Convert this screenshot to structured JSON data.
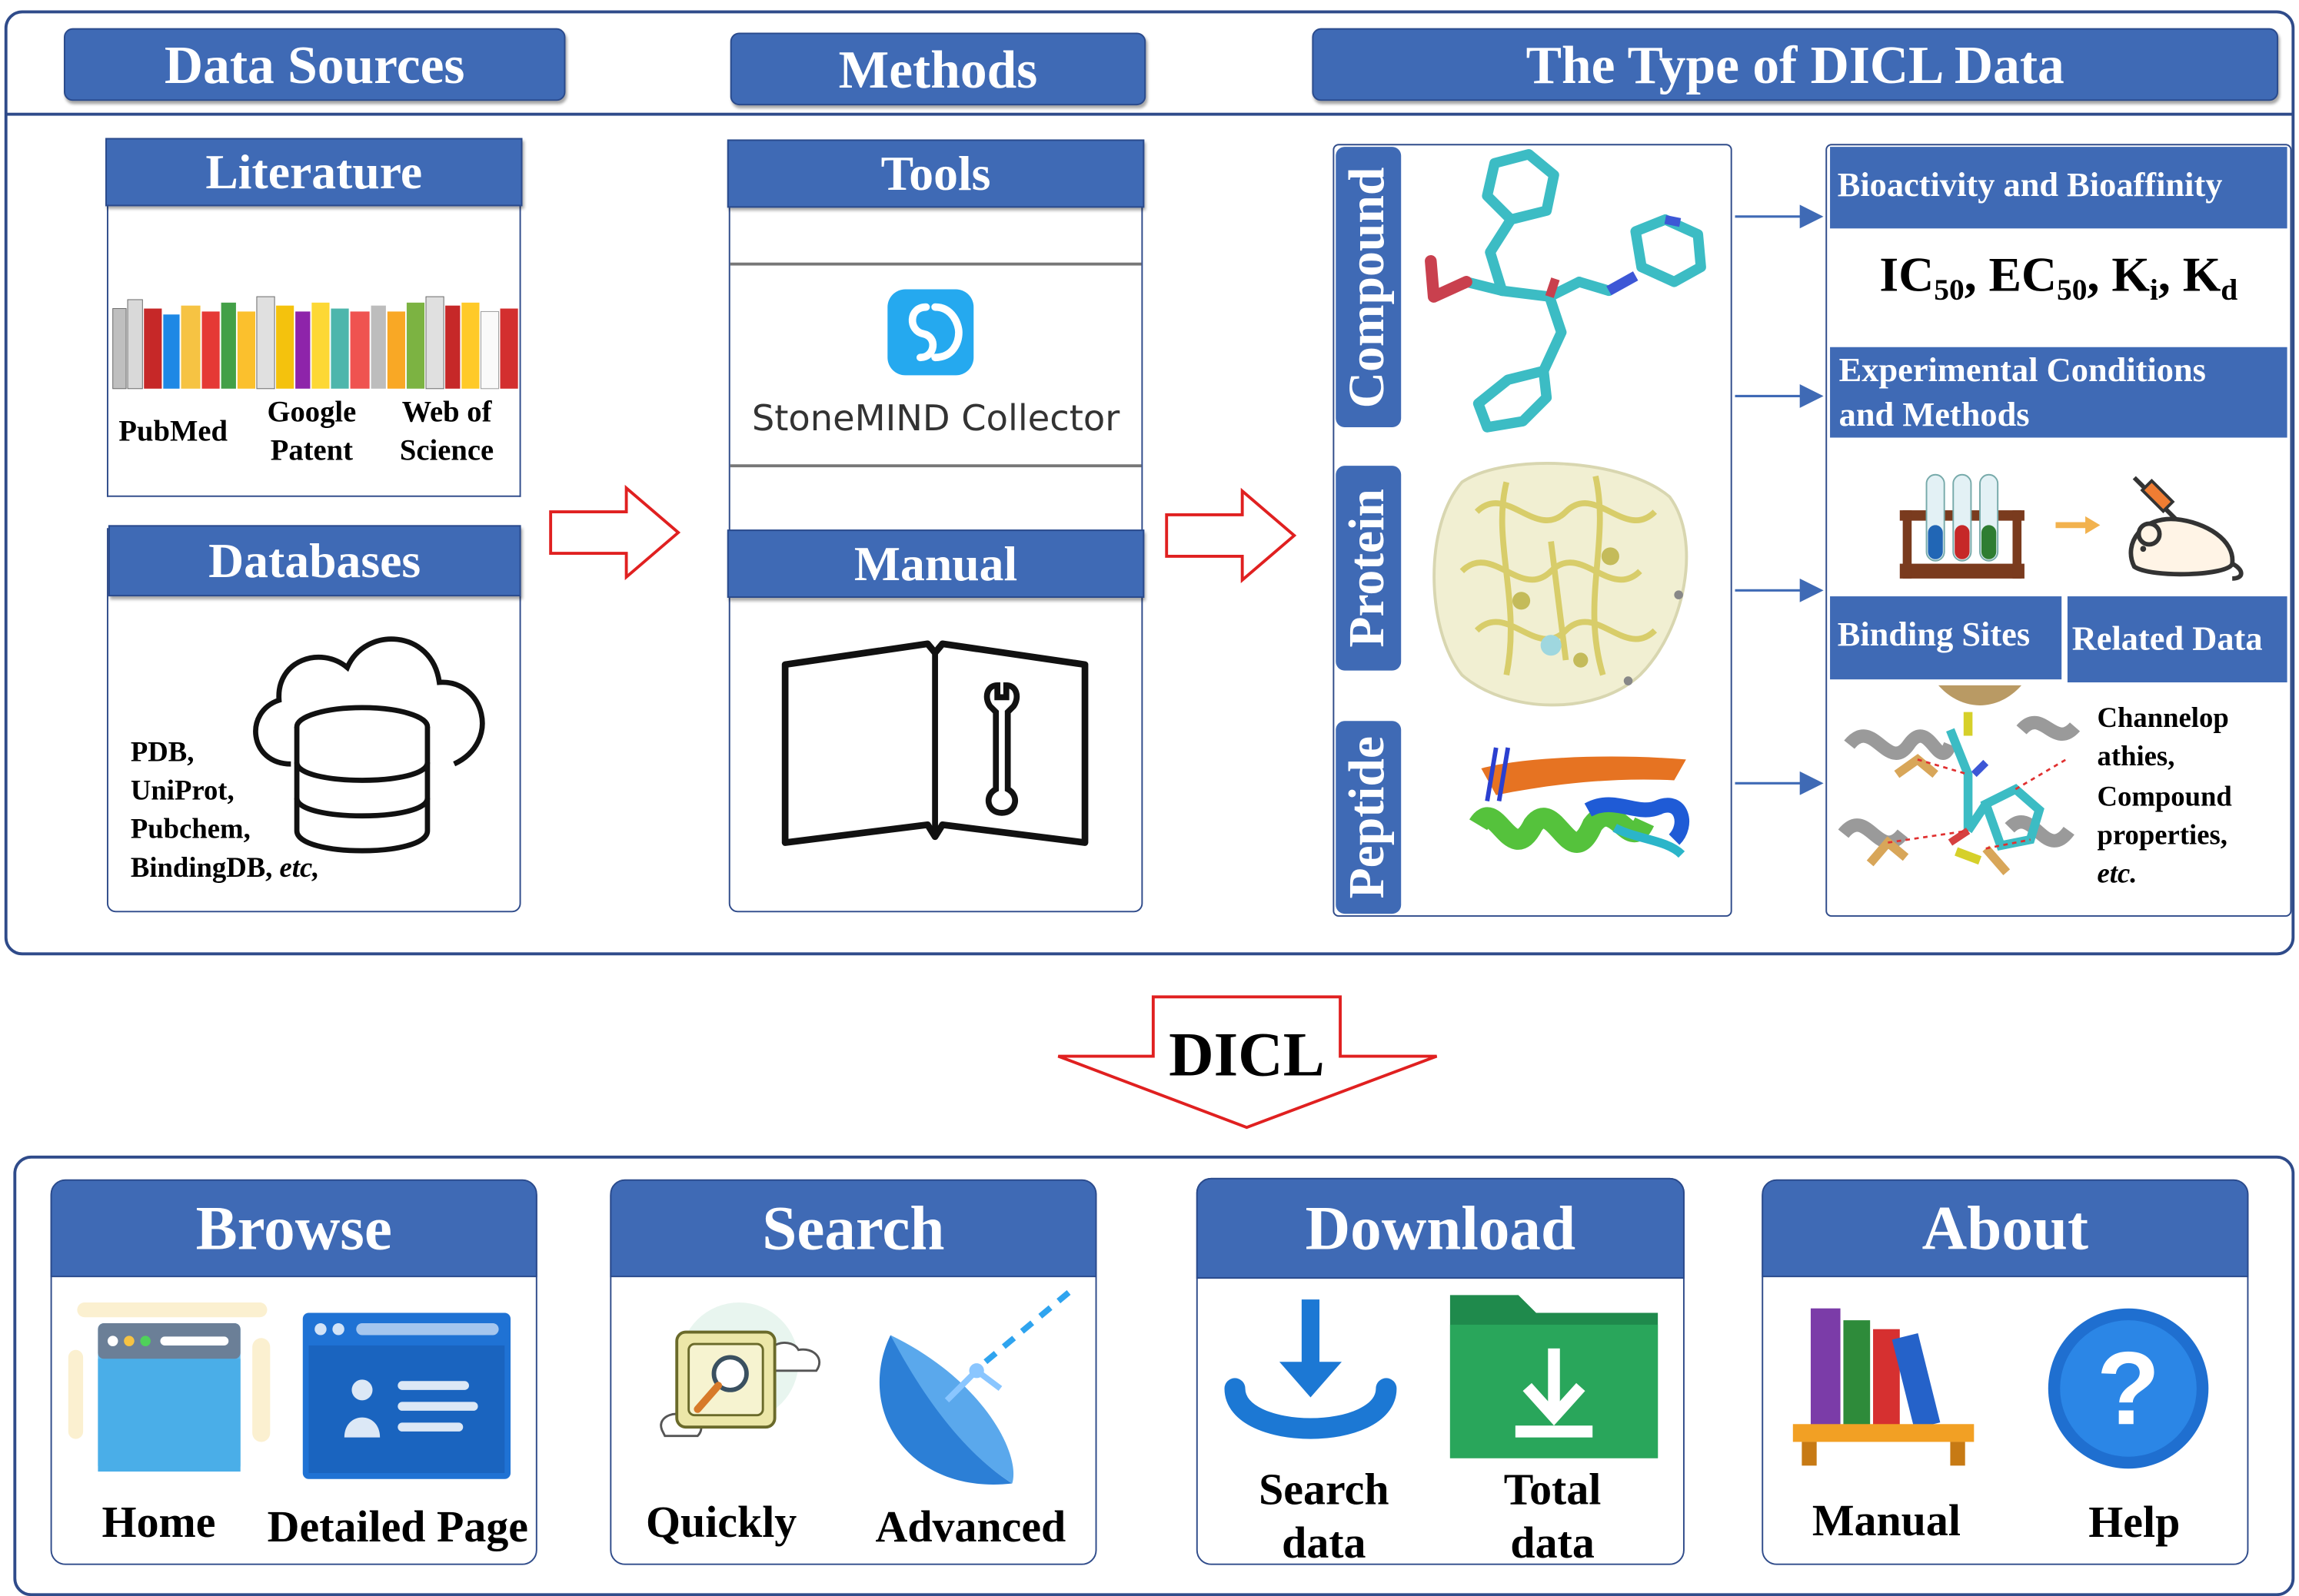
{
  "top": {
    "headers": {
      "data_sources": "Data Sources",
      "methods": "Methods",
      "types": "The Type of DICL Data"
    },
    "literature": {
      "title": "Literature",
      "pubmed": "PubMed",
      "google_1": "Google",
      "google_2": "Patent",
      "wos_1": "Web of",
      "wos_2": "Science"
    },
    "databases": {
      "title": "Databases",
      "list_1": "PDB,",
      "list_2": "UniProt,",
      "list_3": "Pubchem,",
      "list_4": "BindingDB,",
      "list_4_etc": "etc,"
    },
    "tools": {
      "title": "Tools",
      "product": "StoneMIND Collector"
    },
    "manual_method": {
      "title": "Manual"
    },
    "molecules": {
      "compound": "Compound",
      "protein": "Protein",
      "peptide": "Peptide"
    },
    "data_types": {
      "bioactivity": "Bioactivity and Bioaffinity",
      "ic": "IC",
      "ic_sub": "50",
      "ec": "EC",
      "ec_sub": "50",
      "k": "K",
      "ki_sub": "i",
      "kd_sub": "d",
      "experimental_1": "Experimental Conditions",
      "experimental_2": "and Methods",
      "binding_sites": "Binding Sites",
      "related_data": "Related Data",
      "related_1": "Channelop",
      "related_2": "athies,",
      "related_3": "Compound",
      "related_4": "properties,",
      "related_5": "etc."
    }
  },
  "middle": {
    "label": "DICL"
  },
  "bottom": {
    "browse": {
      "title": "Browse",
      "home": "Home",
      "detailed": "Detailed Page"
    },
    "search": {
      "title": "Search",
      "quickly": "Quickly",
      "advanced": "Advanced"
    },
    "download": {
      "title": "Download",
      "search_1": "Search",
      "search_2": "data",
      "total_1": "Total",
      "total_2": "data"
    },
    "about": {
      "title": "About",
      "manual": "Manual",
      "help": "Help",
      "help_icon": "?"
    }
  },
  "colors": {
    "header_blue": "#3f6ab5",
    "frame_navy": "#2f4b8a",
    "arrow_red": "#e02020"
  }
}
